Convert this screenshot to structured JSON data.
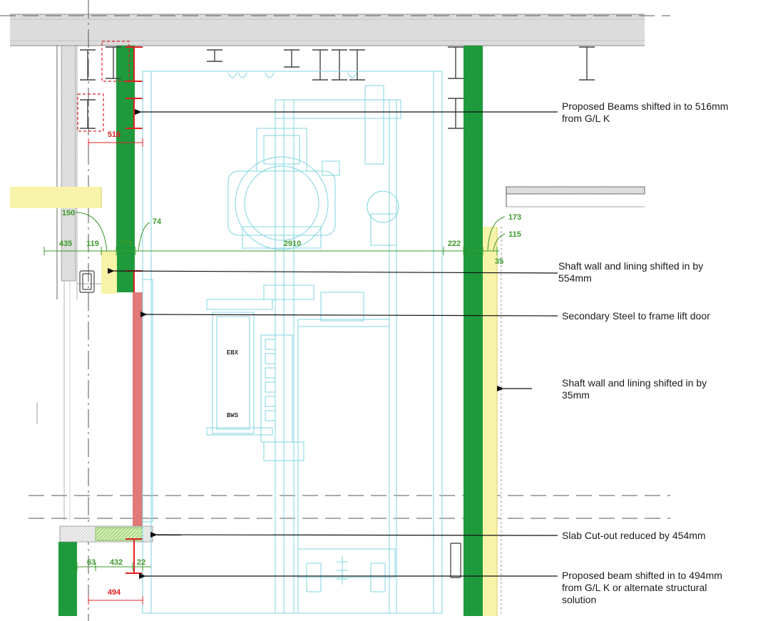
{
  "annotations": [
    {
      "id": "beams-516",
      "text": "Proposed Beams shifted in to 516mm\nfrom G/L K"
    },
    {
      "id": "shaft-554",
      "text": "Shaft wall and lining shifted in by\n554mm"
    },
    {
      "id": "secondary-steel",
      "text": "Secondary Steel to frame lift door"
    },
    {
      "id": "shaft-35",
      "text": "Shaft wall and lining shifted in by\n35mm"
    },
    {
      "id": "slab-cutout",
      "text": "Slab Cut-out reduced by 454mm"
    },
    {
      "id": "beam-494",
      "text": "Proposed beam shifted in to 494mm\nfrom G/L K or alternate structural\nsolution"
    }
  ],
  "dimensions": {
    "red_516": "516",
    "green_150": "150",
    "green_74": "74",
    "green_435": "435",
    "green_119": "119",
    "green_173_left": "173",
    "green_2910": "2910",
    "green_222": "222",
    "green_173_right": "173",
    "green_115": "115",
    "green_35": "35",
    "green_63": "63",
    "green_432": "432",
    "green_22": "22",
    "red_494": "494"
  },
  "equipment_labels": {
    "panel_upper": "EBX",
    "panel_lower": "BWS"
  },
  "colors": {
    "shaft_wall": "#1e9a3c",
    "lining": "#f7f3a8",
    "secondary_steel": "#e07a78",
    "lift_outline": "#7fd4e0",
    "slab": "#dcdcdc",
    "dim_green": "#3c9a2b",
    "dim_red": "#e02020",
    "cutout_hatch": "#bfe39a"
  }
}
